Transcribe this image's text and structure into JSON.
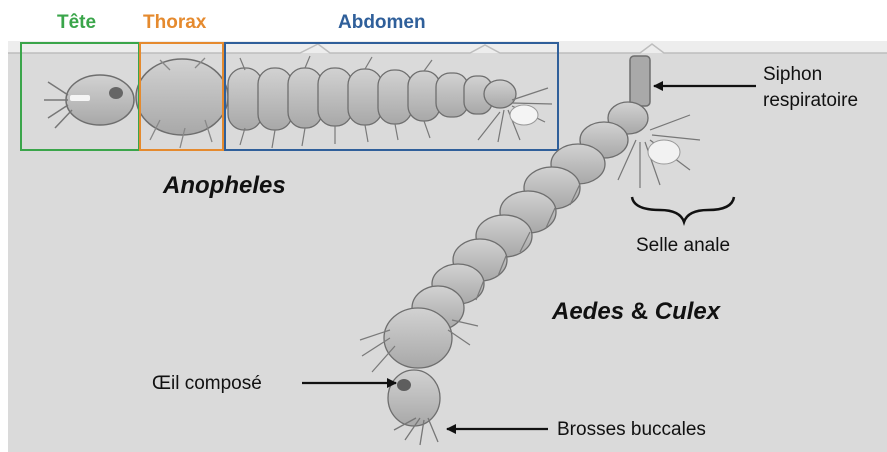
{
  "regions": {
    "head": {
      "label": "Tête",
      "color": "#3aa54a"
    },
    "thorax": {
      "label": "Thorax",
      "color": "#e58a2e"
    },
    "abdomen": {
      "label": "Abdomen",
      "color": "#2f5f9a"
    }
  },
  "species": {
    "anopheles": "Anopheles",
    "aedes": "Aedes",
    "ampersand": "&",
    "culex": "Culex"
  },
  "annotations": {
    "siphon_line1": "Siphon",
    "siphon_line2": "respiratoire",
    "selle_anale": "Selle anale",
    "oeil_compose": "Œil composé",
    "brosses_buccales": "Brosses buccales"
  },
  "colors": {
    "background": "#d9d9d9",
    "water_surface": "#eeeeee",
    "larva_body": "#b8b8b8",
    "larva_outline": "#6e6e6e",
    "arrow": "#111111"
  }
}
